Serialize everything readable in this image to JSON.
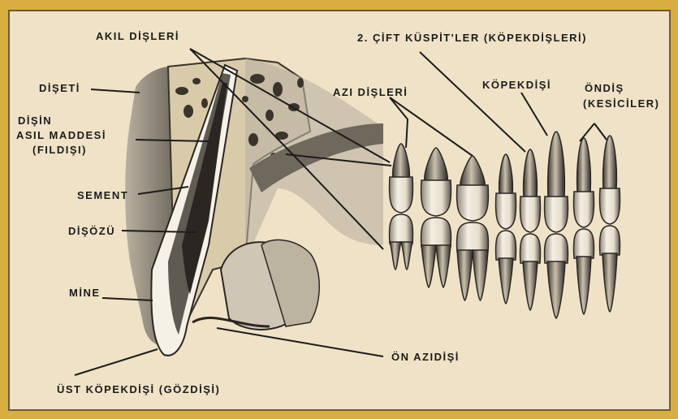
{
  "labels": {
    "akil_disleri": "AKIL DİŞLERİ",
    "cift_kuspitler": "2. ÇİFT KÜSPİT'LER (KÖPEKDİŞLERİ)",
    "azi_disleri": "AZI DİŞLERİ",
    "kopekdisi": "KÖPEKDİŞİ",
    "ondis": "ÖNDİŞ",
    "kesiciler": "(KESİCİLER)",
    "diseti": "DİŞETİ",
    "disin": "DİŞİN",
    "asil_maddesi": "ASIL MADDESİ",
    "fildisi": "(FILDIŞI)",
    "sement": "SEMENT",
    "disozu": "DİŞÖZÜ",
    "mine": "MİNE",
    "on_azidisi": "ÖN AZIDİŞİ",
    "ust_kopekdisi": "ÜST KÖPEKDİŞİ (GÖZDİŞİ)"
  },
  "colors": {
    "frame": "#d9ae3f",
    "panel": "#efe2c6",
    "bone": "#d8c8a6",
    "dark": "#2a2622",
    "tooth": "#f4efe4",
    "label": "#1c1c1c"
  }
}
